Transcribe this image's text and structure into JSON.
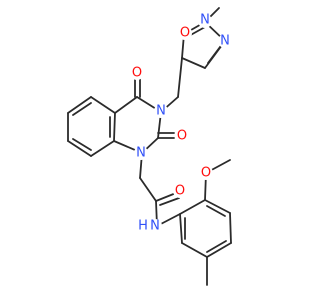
{
  "colors": {
    "bond": "#2b2b2b",
    "O": "#ff0d0d",
    "N": "#3050f8",
    "background": "#ffffff"
  },
  "atom_labels": {
    "ring_o": "O",
    "ring_n1": "N",
    "ring_n2": "N",
    "carbonyl_o_top": "O",
    "quinazoline_n3": "N",
    "carbonyl_o_c2": "O",
    "quinazoline_n1": "N",
    "amide_o": "O",
    "methoxy_o": "O",
    "amide_nh": "N",
    "amide_h": "H"
  }
}
